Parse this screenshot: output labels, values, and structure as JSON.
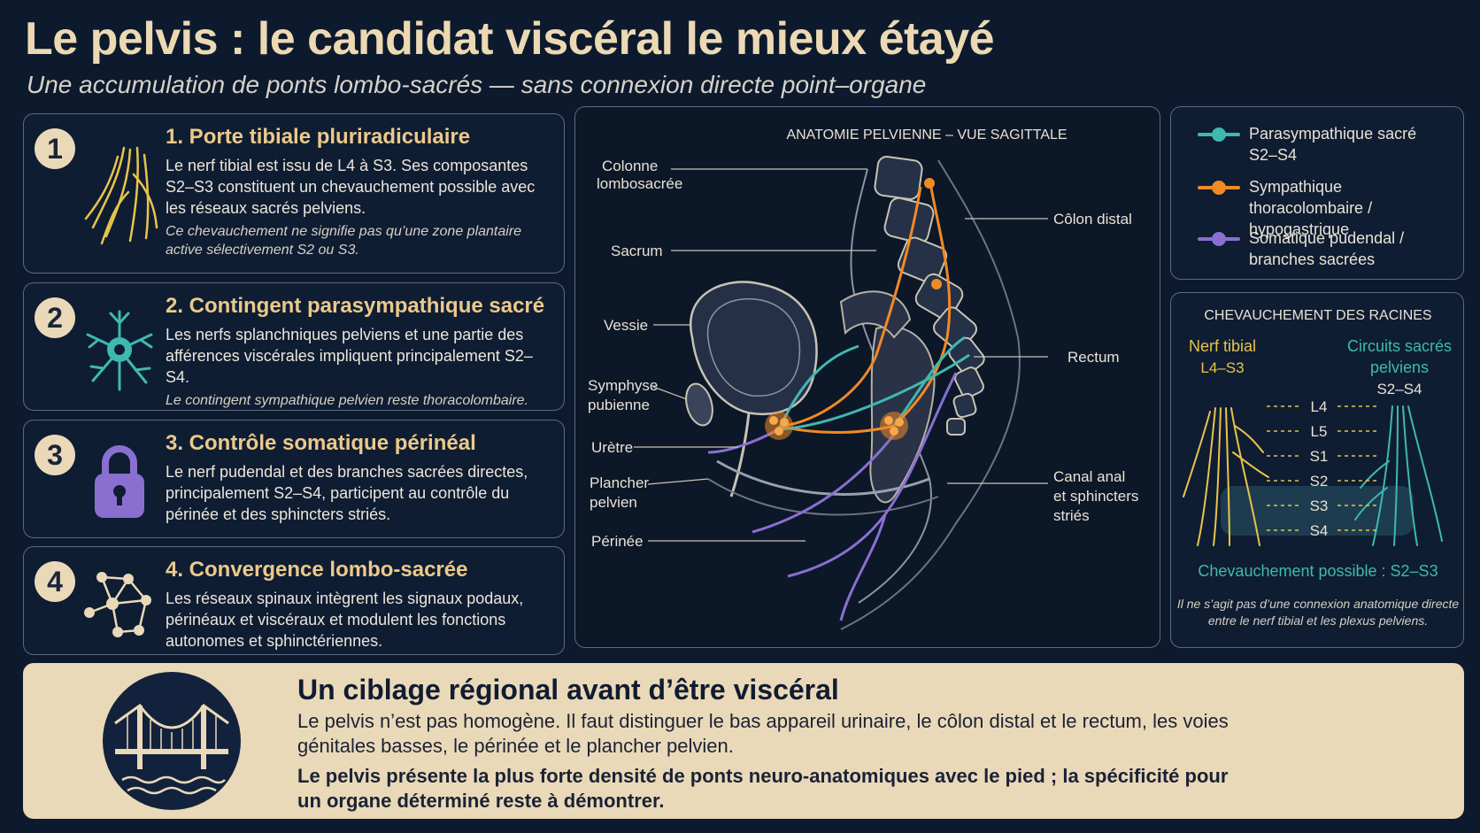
{
  "header": {
    "title": "Le pelvis : le candidat viscéral le mieux étayé",
    "subtitle": "Une accumulation de ponts lombo-sacrés — sans connexion directe point–organe"
  },
  "cards": [
    {
      "number": "1",
      "title": "1. Porte tibiale pluriradiculaire",
      "text": "Le nerf tibial est issu de L4 à S3. Ses composantes S2–S3 constituent un chevauchement possible avec les réseaux sacrés pelviens.",
      "note": "Ce chevauchement ne signifie pas qu’une zone plantaire active sélectivement S2 ou S3.",
      "icon": "nerve-fibers-icon"
    },
    {
      "number": "2",
      "title": "2. Contingent parasympathique sacré",
      "text": "Les nerfs splanchniques pelviens et une partie des afférences viscérales impliquent principalement S2–S4.",
      "note": "Le contingent sympathique pelvien reste thoracolombaire.",
      "icon": "neuron-icon"
    },
    {
      "number": "3",
      "title": "3. Contrôle somatique périnéal",
      "text": "Le nerf pudendal et des branches sacrées directes, principalement S2–S4, participent au contrôle du périnée et des sphincters striés.",
      "note": "",
      "icon": "padlock-icon"
    },
    {
      "number": "4",
      "title": "4. Convergence lombo-sacrée",
      "text": "Les réseaux spinaux intègrent les signaux podaux, périnéaux et viscéraux et modulent les fonctions autonomes et sphinctériennes.",
      "note": "",
      "icon": "network-icon"
    }
  ],
  "anatomy": {
    "heading": "ANATOMIE PELVIENNE – VUE SAGITTALE",
    "labels": {
      "colonne_1": "Colonne",
      "colonne_2": "lombosacrée",
      "sacrum": "Sacrum",
      "vessie": "Vessie",
      "symphyse_1": "Symphyse",
      "symphyse_2": "pubienne",
      "uretre": "Urètre",
      "plancher_1": "Plancher",
      "plancher_2": "pelvien",
      "perinee": "Périnée",
      "colon": "Côlon distal",
      "rectum": "Rectum",
      "canal_1": "Canal anal",
      "canal_2": "et sphincters",
      "canal_3": "striés"
    }
  },
  "legend": [
    {
      "label": "Parasympathique sacré S2–S4",
      "color": "#3fb8b0"
    },
    {
      "label": "Sympathique thoracolombaire / hypogastrique",
      "color": "#f08a24"
    },
    {
      "label": "Somatique pudendal / branches sacrées",
      "color": "#8a6fd0"
    }
  ],
  "overlap": {
    "heading": "CHEVAUCHEMENT DES RACINES",
    "left_title": "Nerf tibial",
    "left_range": "L4–S3",
    "right_title_1": "Circuits sacrés",
    "right_title_2": "pelviens",
    "right_range": "S2–S4",
    "levels": [
      "L4",
      "L5",
      "S1",
      "S2",
      "S3",
      "S4"
    ],
    "highlight": "Chevauchement possible : S2–S3",
    "note_1": "Il ne s’agit pas d’une connexion anatomique directe",
    "note_2": "entre le nerf tibial et les plexus pelviens."
  },
  "bottom": {
    "title": "Un ciblage régional avant d’être viscéral",
    "text": "Le pelvis n’est pas homogène. Il faut distinguer le bas appareil urinaire, le côlon distal et le rectum, les voies génitales basses, le périnée et le plancher pelvien.",
    "strong": "Le pelvis présente la plus forte densité de ponts neuro-anatomiques avec le pied ; la spécificité pour un organe déterminé reste à démontrer.",
    "icon": "bridge-icon"
  },
  "colors": {
    "accent_gold": "#ecc98a",
    "tibial_yellow": "#e8c44a",
    "teal": "#3fb8b0",
    "orange": "#f08a24",
    "violet": "#8a6fd0",
    "background": "#0d1a2e"
  }
}
